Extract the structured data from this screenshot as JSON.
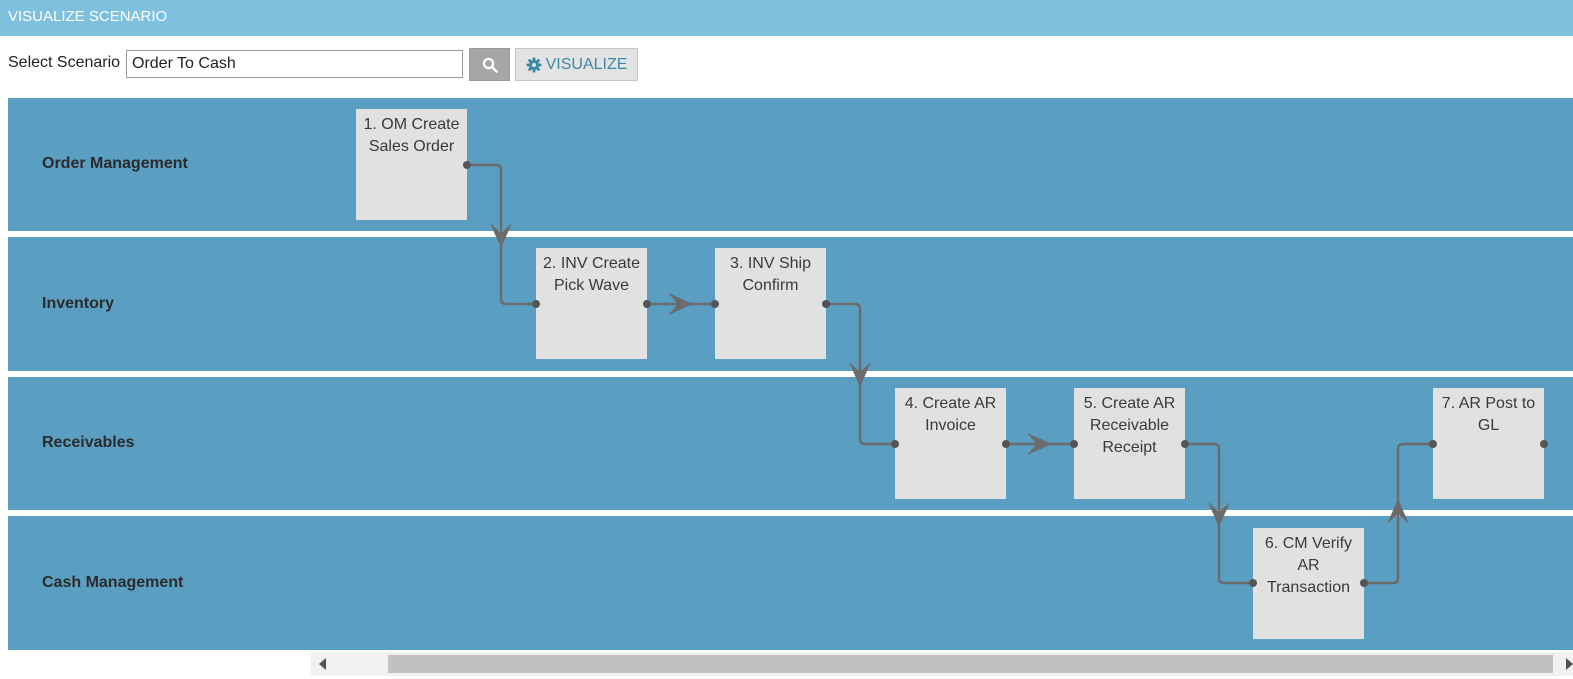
{
  "header": {
    "title": "VISUALIZE SCENARIO"
  },
  "toolbar": {
    "select_label": "Select Scenario :",
    "scenario_value": "Order To Cash",
    "search_icon": "search-icon",
    "visualize_icon": "gear-icon",
    "visualize_label": "VISUALIZE"
  },
  "lanes": [
    {
      "label": "Order Management"
    },
    {
      "label": "Inventory"
    },
    {
      "label": "Receivables"
    },
    {
      "label": "Cash Management"
    }
  ],
  "nodes": [
    {
      "lines": [
        "1.  OM Create",
        "Sales Order"
      ]
    },
    {
      "lines": [
        "2.  INV Create",
        "Pick Wave"
      ]
    },
    {
      "lines": [
        "3.  INV Ship",
        "Confirm"
      ]
    },
    {
      "lines": [
        "4.  Create AR",
        "Invoice"
      ]
    },
    {
      "lines": [
        "5.  Create AR",
        "Receivable",
        "Receipt"
      ]
    },
    {
      "lines": [
        "6.  CM Verify",
        "AR",
        "Transaction"
      ]
    },
    {
      "lines": [
        "7.  AR Post to",
        "GL"
      ]
    }
  ],
  "colors": {
    "title_bar": "#7ec0de",
    "lane": "#5a9fc2",
    "node": "#e1e1e1",
    "connector": "#6b6b6b",
    "visualize_text": "#3c88a8"
  }
}
